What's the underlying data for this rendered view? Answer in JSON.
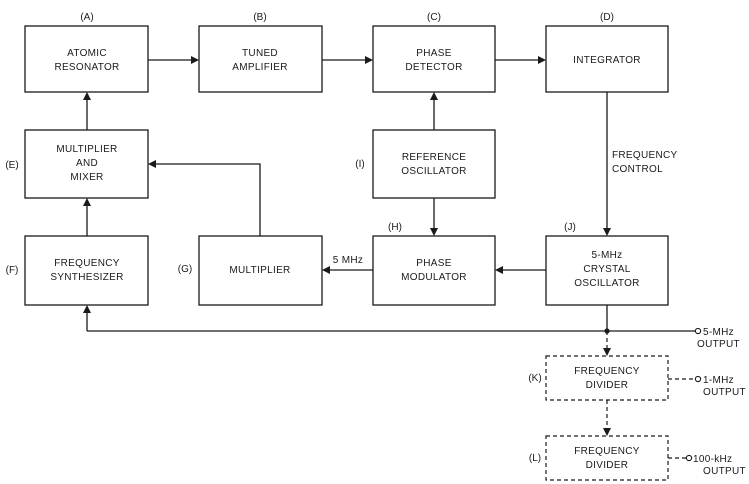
{
  "blocks": {
    "A": {
      "tag": "(A)",
      "lines": [
        "ATOMIC",
        "RESONATOR"
      ]
    },
    "B": {
      "tag": "(B)",
      "lines": [
        "TUNED",
        "AMPLIFIER"
      ]
    },
    "C": {
      "tag": "(C)",
      "lines": [
        "PHASE",
        "DETECTOR"
      ]
    },
    "D": {
      "tag": "(D)",
      "lines": [
        "INTEGRATOR"
      ]
    },
    "E": {
      "tag": "(E)",
      "lines": [
        "MULTIPLIER",
        "AND",
        "MIXER"
      ]
    },
    "F": {
      "tag": "(F)",
      "lines": [
        "FREQUENCY",
        "SYNTHESIZER"
      ]
    },
    "G": {
      "tag": "(G)",
      "lines": [
        "MULTIPLIER"
      ]
    },
    "H": {
      "tag": "(H)",
      "lines": [
        "PHASE",
        "MODULATOR"
      ]
    },
    "I": {
      "tag": "(I)",
      "lines": [
        "REFERENCE",
        "OSCILLATOR"
      ]
    },
    "J": {
      "tag": "(J)",
      "lines": [
        "5-MHz",
        "CRYSTAL",
        "OSCILLATOR"
      ]
    },
    "K": {
      "tag": "(K)",
      "lines": [
        "FREQUENCY",
        "DIVIDER"
      ]
    },
    "L": {
      "tag": "(L)",
      "lines": [
        "FREQUENCY",
        "DIVIDER"
      ]
    }
  },
  "labels": {
    "frequency_control": [
      "FREQUENCY",
      "CONTROL"
    ],
    "five_mhz_link": "5 MHz",
    "output_5mhz": [
      "5-MHz",
      "OUTPUT"
    ],
    "output_1mhz": [
      "1-MHz",
      "OUTPUT"
    ],
    "output_100khz": [
      "100-kHz",
      "OUTPUT"
    ]
  }
}
